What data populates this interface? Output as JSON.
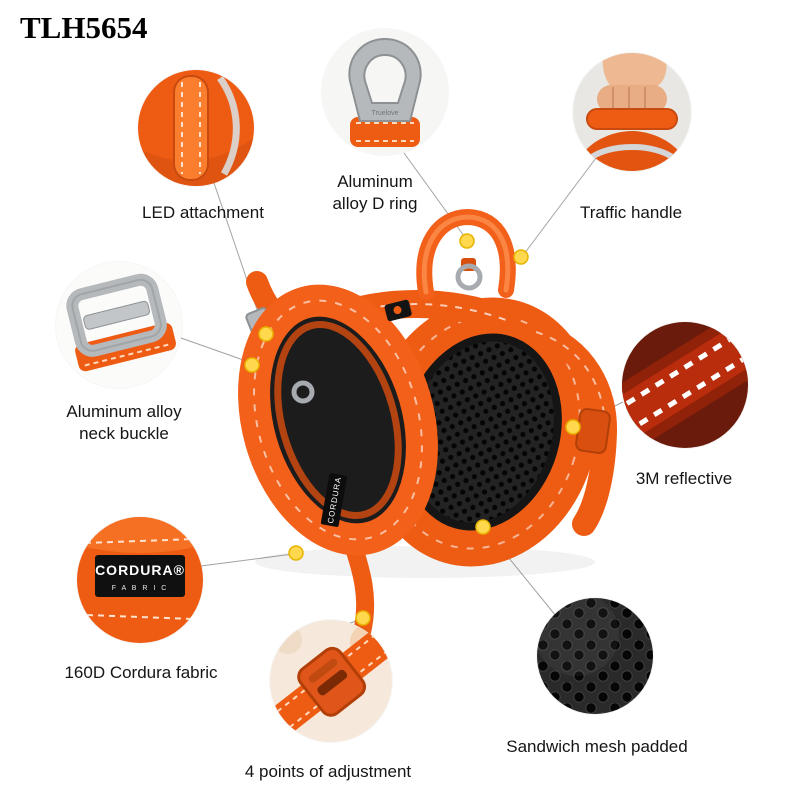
{
  "title": "TLH5654",
  "callouts": {
    "led": {
      "label": "LED attachment"
    },
    "d_ring": {
      "label": "Aluminum\nalloy D ring"
    },
    "traffic_handle": {
      "label": "Traffic handle"
    },
    "neck_buckle": {
      "label": "Aluminum alloy\nneck buckle"
    },
    "reflective": {
      "label": "3M reflective"
    },
    "cordura": {
      "label": "160D Cordura fabric"
    },
    "adjustment": {
      "label": "4 points of adjustment"
    },
    "mesh": {
      "label": "Sandwich mesh padded"
    }
  },
  "details": {
    "d_ring_engraving": "Truelove",
    "cordura_patch": {
      "brand": "CORDURA®",
      "sub": "F A B R I C"
    },
    "harness_patch": "CORDURA"
  },
  "colors": {
    "harness_orange": "#ee5c14",
    "marker_yellow": "#ffd84d",
    "reflective_red": "#b92c0c",
    "mesh_black": "#161616",
    "metal_gray": "#b6b9bc"
  }
}
